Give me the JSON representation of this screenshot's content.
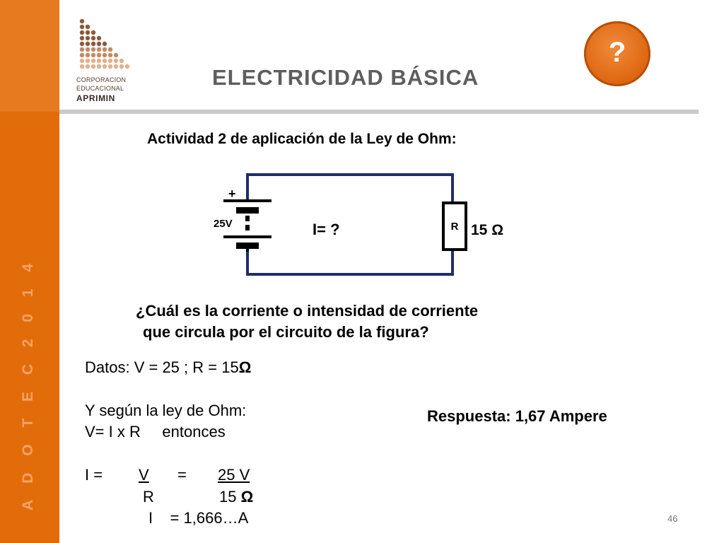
{
  "sidebar": {
    "vertical_text": "A D O T E C  2 0 1 4"
  },
  "logo": {
    "line1": "CORPORACION",
    "line2": "EDUCACIONAL",
    "line3": "APRIMIN"
  },
  "header": {
    "title": "ELECTRICIDAD BÁSICA",
    "help_icon_label": "?"
  },
  "activity": {
    "title": "Actividad 2 de aplicación de la Ley de Ohm:"
  },
  "circuit": {
    "plus_label": "+",
    "battery_label": "25V",
    "current_label": "I= ?",
    "resistor_symbol": "R",
    "resistance_label": "15 Ω",
    "wire_color": "#1f2d6b"
  },
  "question": {
    "line1": "¿Cuál es la corriente o intensidad de corriente",
    "line2": "que circula por el circuito de la figura?"
  },
  "solution": {
    "datos_prefix": "Datos: V = 25  ;  R = 15",
    "datos_unit": "Ω",
    "ley_line": "Y según la ley de Ohm:",
    "formula_line": "V= I x R     entonces",
    "calc_i": "I  =",
    "calc_v_num": "V",
    "calc_eq": "=",
    "calc_num": "25 V",
    "calc_r_den": "R",
    "calc_den_value": "15",
    "calc_den_unit": "Ω",
    "result_line": "I    = 1,666…A"
  },
  "answer": "Respuesta: 1,67  Ampere",
  "page_number": "46"
}
